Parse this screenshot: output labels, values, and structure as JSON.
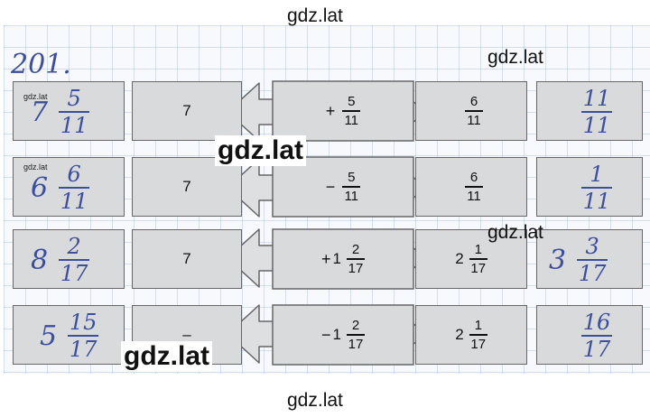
{
  "watermarks": {
    "top": "gdz.lat",
    "right_top": "gdz.lat",
    "center_large": "gdz.lat",
    "right_mid": "gdz.lat",
    "bottom_large": "gdz.lat",
    "bottom": "gdz.lat",
    "tiny": "gdz.lat"
  },
  "task_number": "201.",
  "rows": [
    {
      "answer_left": {
        "whole": "7",
        "num": "5",
        "den": "11"
      },
      "left_box": "7",
      "op": {
        "sign": "+",
        "whole": "",
        "num": "5",
        "den": "11"
      },
      "right_box": {
        "whole": "",
        "num": "6",
        "den": "11"
      },
      "answer_right": {
        "whole": "",
        "num": "11",
        "den": "11"
      }
    },
    {
      "answer_left": {
        "whole": "6",
        "num": "6",
        "den": "11"
      },
      "left_box": "7",
      "op": {
        "sign": "−",
        "whole": "",
        "num": "5",
        "den": "11"
      },
      "right_box": {
        "whole": "",
        "num": "6",
        "den": "11"
      },
      "answer_right": {
        "whole": "",
        "num": "1",
        "den": "11"
      }
    },
    {
      "answer_left": {
        "whole": "8",
        "num": "2",
        "den": "17"
      },
      "left_box": "7",
      "op": {
        "sign": "+",
        "whole": "1",
        "num": "2",
        "den": "17"
      },
      "right_box": {
        "whole": "2",
        "num": "1",
        "den": "17"
      },
      "answer_right": {
        "whole": "3",
        "num": "3",
        "den": "17"
      }
    },
    {
      "answer_left": {
        "whole": "5",
        "num": "15",
        "den": "17"
      },
      "left_box": "–",
      "op": {
        "sign": "−",
        "whole": "1",
        "num": "2",
        "den": "17"
      },
      "right_box": {
        "whole": "2",
        "num": "1",
        "den": "17"
      },
      "answer_right": {
        "whole": "",
        "num": "16",
        "den": "17"
      }
    }
  ],
  "colors": {
    "ink": "#3c4f9e",
    "box_fill": "#d9dadc"
  }
}
